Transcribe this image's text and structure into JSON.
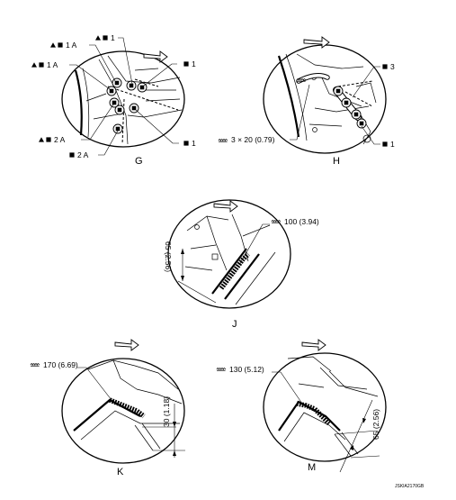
{
  "views": {
    "g": {
      "letter": "G",
      "callouts": [
        "1",
        "1 A",
        "1 A",
        "1",
        "2 A",
        "2 A",
        "1"
      ]
    },
    "h": {
      "letter": "H",
      "callouts": [
        "3",
        "1"
      ],
      "spec": "3 × 20 (0.79)"
    },
    "j": {
      "letter": "J",
      "spec": "100 (3.94)",
      "dimension": "65 (2.56)"
    },
    "k": {
      "letter": "K",
      "spec": "170 (6.69)",
      "dimension": "30 (1.18)"
    },
    "m": {
      "letter": "M",
      "spec": "130 (5.12)",
      "dimension": "65 (2.56)"
    }
  },
  "figure_code": "JSKIA2170GB"
}
